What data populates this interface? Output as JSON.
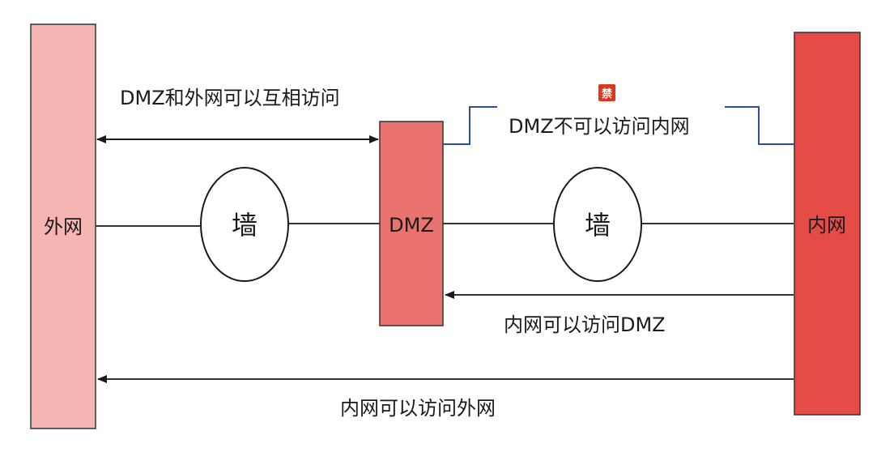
{
  "blocks": {
    "external_network": {
      "label": "外网",
      "color": "#f4b5b3"
    },
    "dmz": {
      "label": "DMZ",
      "color": "#ea7370"
    },
    "internal_network": {
      "label": "内网",
      "color": "#e54c48"
    }
  },
  "firewalls": [
    {
      "label": "墙"
    },
    {
      "label": "墙"
    }
  ],
  "arrows": {
    "dmz_external": "DMZ和外网可以互相访问",
    "internal_to_dmz": "内网可以访问DMZ",
    "internal_to_external": "内网可以访问外网"
  },
  "forbidden": {
    "badge": "禁",
    "text": "DMZ不可以访问内网",
    "badge_color": "#e0361c",
    "line_color": "#2b4ea3"
  }
}
